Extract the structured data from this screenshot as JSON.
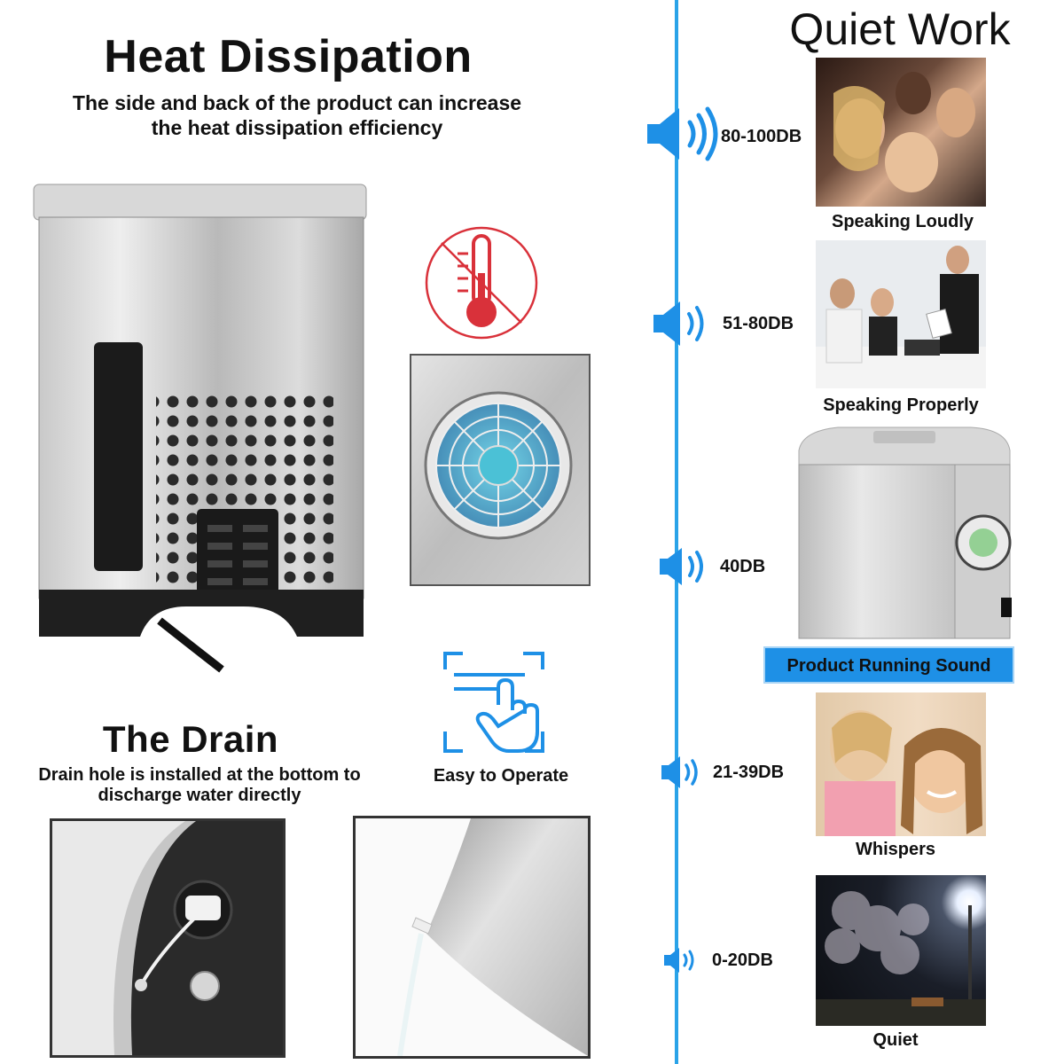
{
  "heat": {
    "title": "Heat Dissipation",
    "subtitle_line1": "The side and back of the product can increase",
    "subtitle_line2": "the heat dissipation efficiency"
  },
  "drain": {
    "title": "The Drain",
    "subtitle_line1": "Drain hole is installed at the bottom to",
    "subtitle_line2": "discharge water directly"
  },
  "operate": {
    "label": "Easy to Operate"
  },
  "quiet": {
    "title": "Quiet Work",
    "levels": [
      {
        "db": "80-100DB",
        "caption": "Speaking Loudly"
      },
      {
        "db": "51-80DB",
        "caption": "Speaking Properly"
      },
      {
        "db": "40DB",
        "caption": "Product Running Sound"
      },
      {
        "db": "21-39DB",
        "caption": "Whispers"
      },
      {
        "db": "0-20DB",
        "caption": "Quiet"
      }
    ]
  },
  "colors": {
    "accent": "#1e90e6",
    "timeline": "#2aa3e8",
    "thermometer": "#d9313a"
  }
}
